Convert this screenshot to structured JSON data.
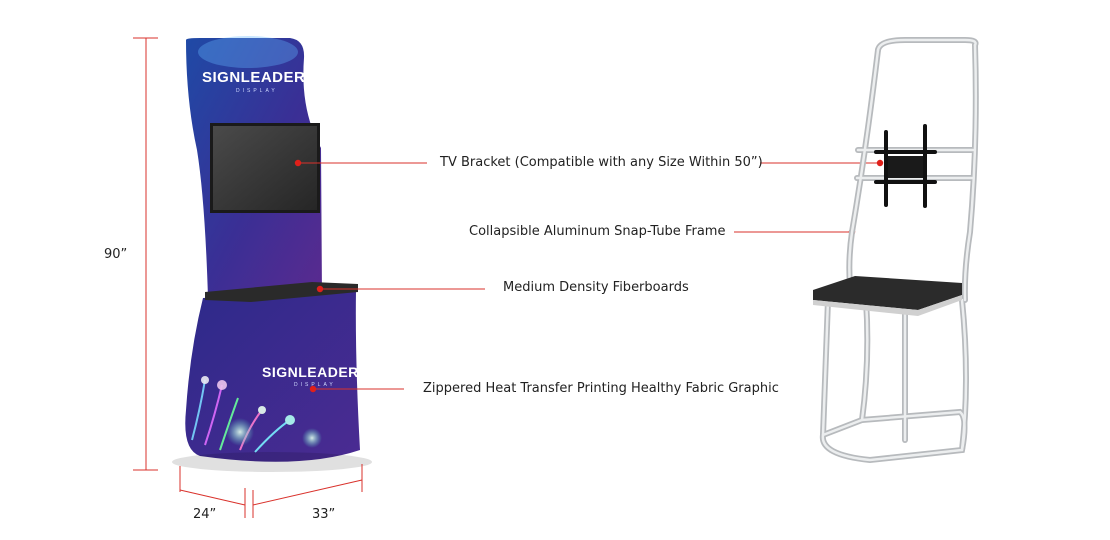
{
  "colors": {
    "dimension_line": "#d9312b",
    "callout_line": "#d9312b",
    "callout_dot": "#e0201a",
    "booth_blue": "#1b3a8c",
    "booth_purple": "#4a2a8f",
    "frame_silver": "#d8dadd"
  },
  "dimensions": {
    "height": "90”",
    "depth": "24”",
    "width": "33”"
  },
  "callouts": [
    {
      "id": "tv-bracket",
      "label": "TV Bracket (Compatible with any Size Within 50”)"
    },
    {
      "id": "frame",
      "label": "Collapsible Aluminum Snap-Tube Frame"
    },
    {
      "id": "fiberboards",
      "label": "Medium Density Fiberboards"
    },
    {
      "id": "fabric",
      "label": "Zippered Heat Transfer Printing Healthy Fabric Graphic"
    }
  ],
  "logo": {
    "text": "SIGNLEADER",
    "subtext": "DISPLAY"
  }
}
